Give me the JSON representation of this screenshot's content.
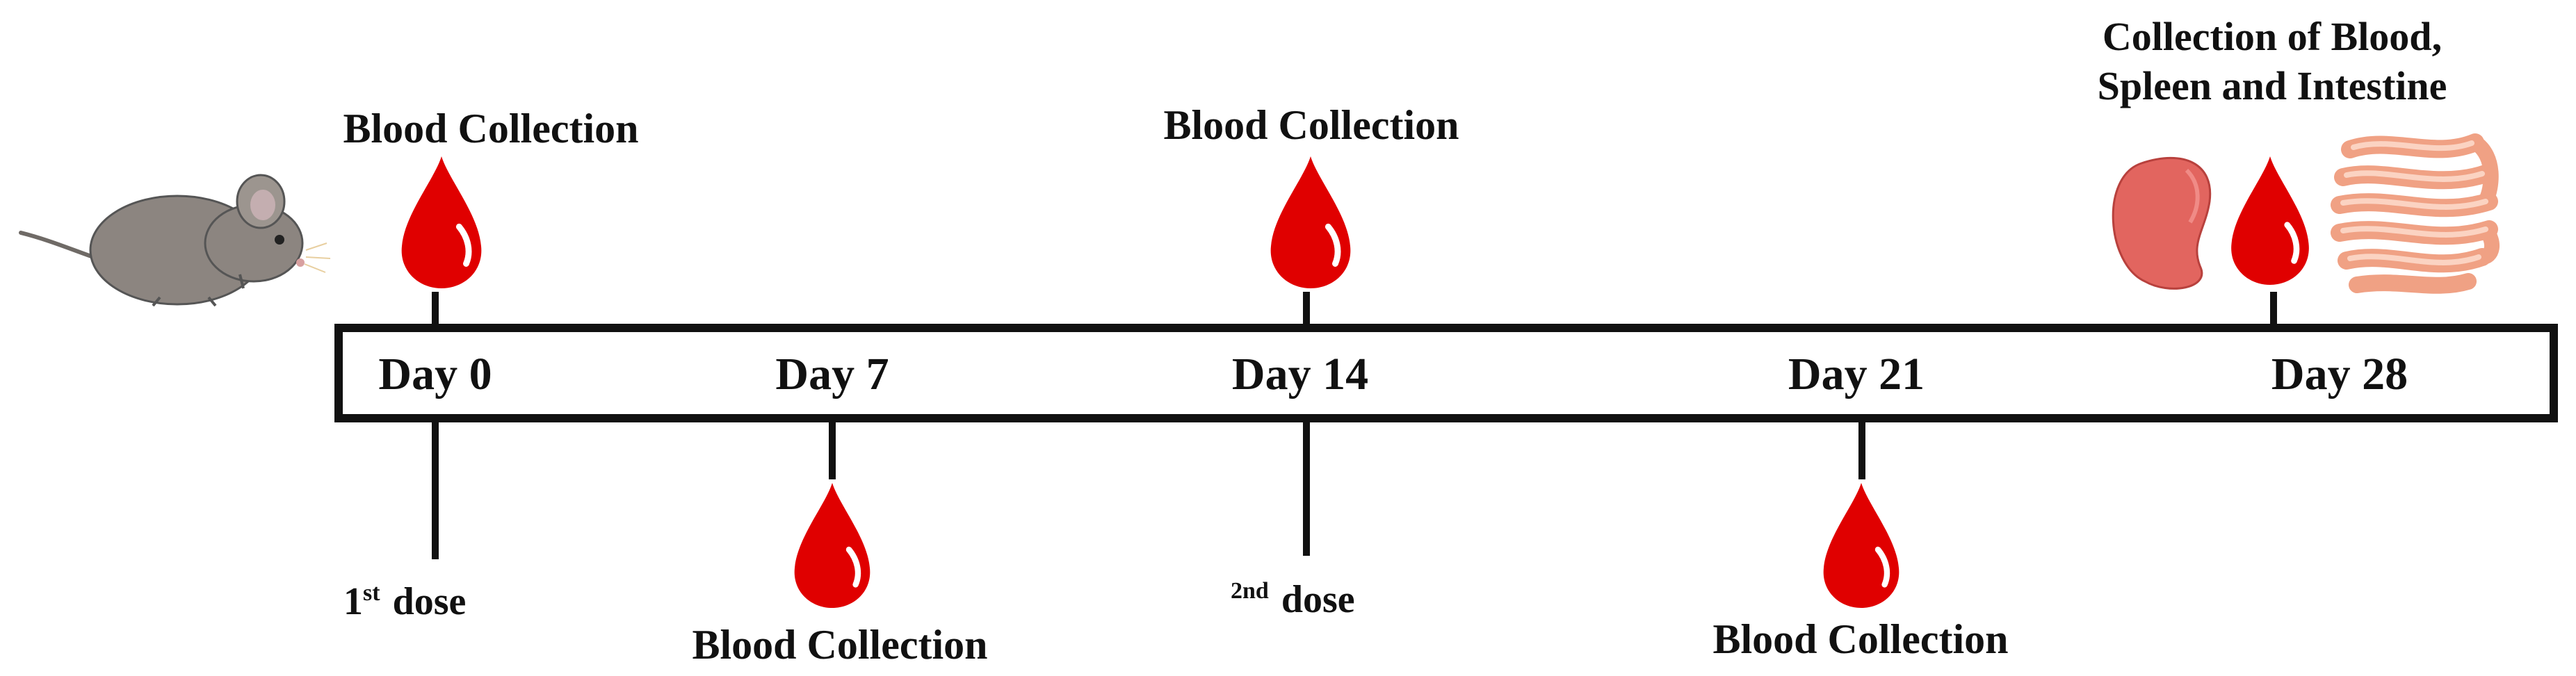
{
  "timeline": {
    "days": {
      "d0": "Day 0",
      "d7": "Day 7",
      "d14": "Day 14",
      "d21": "Day 21",
      "d28": "Day 28"
    },
    "above": {
      "d0": "Blood Collection",
      "d14": "Blood Collection",
      "d28_line1": "Collection of Blood,",
      "d28_line2": "Spleen and Intestine"
    },
    "below": {
      "d0_sup": "st",
      "d0_num": "1",
      "d0_text": "dose",
      "d7": "Blood Collection",
      "d14_num": "2",
      "d14_sup": "nd",
      "d14_text": "dose",
      "d21": "Blood Collection"
    }
  },
  "icons": [
    "mouse-icon",
    "blood-drop-icon",
    "spleen-icon",
    "intestine-icon"
  ],
  "colors": {
    "blood": "#e00000",
    "spleen": "#e2655f",
    "intestine": "#f7b79c",
    "mouse": "#8c8580"
  }
}
